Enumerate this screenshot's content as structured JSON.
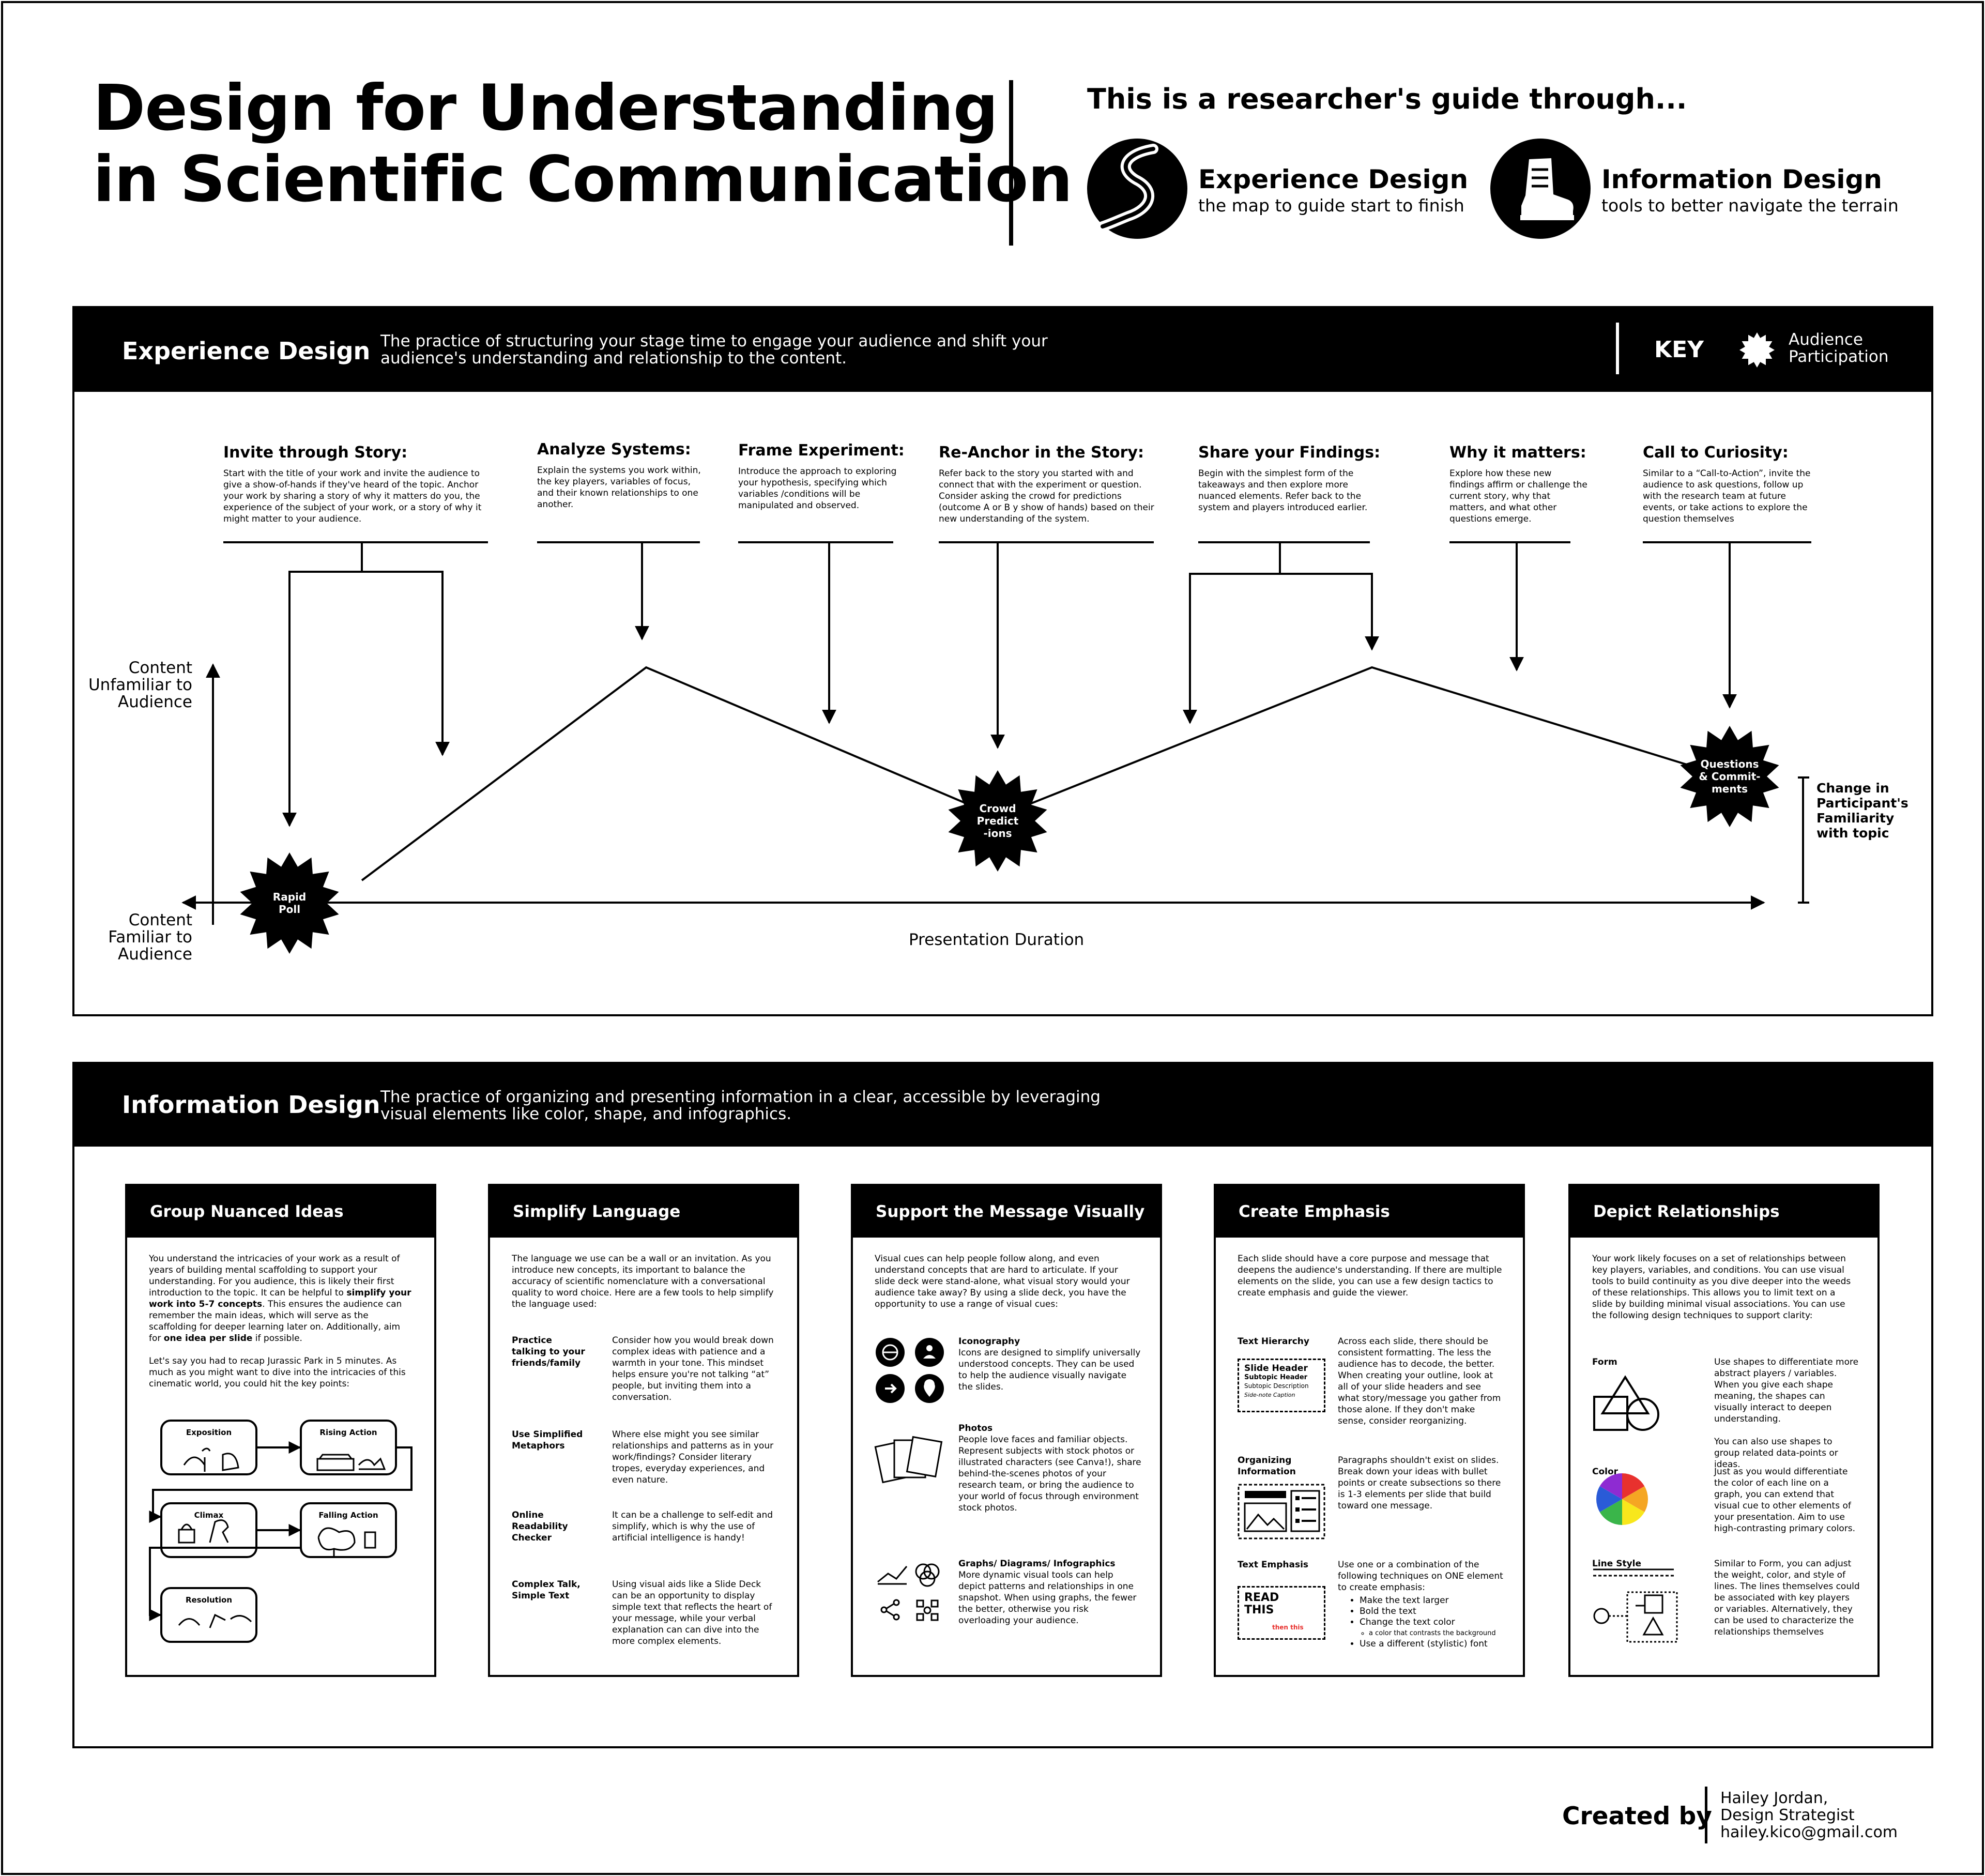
{
  "title": {
    "line1": "Design for Understanding",
    "line2": "in Scientific Communication"
  },
  "guide": {
    "title": "This is a researcher's guide through...",
    "experience": {
      "heading": "Experience Design",
      "sub": "the map to guide start to finish",
      "icon": "winding-path-icon"
    },
    "information": {
      "heading": "Information Design",
      "sub": "tools to better navigate the terrain",
      "icon": "hiking-boot-icon"
    }
  },
  "experience": {
    "title": "Experience Design",
    "desc": "The practice of structuring your stage time to engage your audience and shift your audience's understanding and relationship to the content.",
    "key": {
      "label": "KEY",
      "item": "Audience Participation",
      "icon": "starburst-icon"
    },
    "stages": [
      {
        "title": "Invite through Story:",
        "text": "Start with the title of your work and invite the audience to give a show-of-hands if they've heard of the topic. Anchor your work by sharing a story of why it matters do you, the experience of the subject of your work, or a story of why it might matter to your audience."
      },
      {
        "title": "Analyze Systems:",
        "text": "Explain the systems you work within, the key players, variables of focus, and their known relationships to one another."
      },
      {
        "title": "Frame Experiment:",
        "text": "Introduce the approach to exploring your hypothesis, specifying which variables /conditions will be manipulated and observed."
      },
      {
        "title": "Re-Anchor in the Story:",
        "text": "Refer back to the story you started with and connect that with the experiment or question. Consider asking the crowd for predictions (outcome A or B y show of hands) based on their new understanding of the system."
      },
      {
        "title": "Share your Findings:",
        "text": "Begin with the simplest form of the takeaways and then explore more nuanced elements. Refer back to the system and players introduced earlier."
      },
      {
        "title": "Why it matters:",
        "text": "Explore how these new findings affirm or challenge the current story, why that matters, and what other questions emerge."
      },
      {
        "title": "Call to Curiosity:",
        "text": "Similar to a “Call-to-Action”, invite the audience to ask questions, follow up with the research team at future events, or take actions to explore the question themselves"
      }
    ],
    "y_top_label": "Content Unfamiliar to Audience",
    "y_bottom_label": "Content Familiar to Audience",
    "x_label": "Presentation Duration",
    "change_label": "Change in Participant's Familiarity with topic",
    "bursts": [
      {
        "label": "Rapid Poll"
      },
      {
        "label": "Crowd Predict -ions"
      },
      {
        "label": "Questions & Commit- ments"
      }
    ]
  },
  "information": {
    "title": "Information Design",
    "desc": "The practice of organizing and presenting information in a clear, accessible by leveraging visual elements like color, shape, and infographics.",
    "cards": {
      "group": {
        "title": "Group Nuanced Ideas",
        "p1a": "You understand the intricacies of your work as a result of years of building mental scaffolding to support your understanding. For you audience, this is likely their first introduction to the topic. It can be helpful to ",
        "p1b": "simplify your work into 5-7 concepts",
        "p1c": ". This ensures the audience can remember the main ideas, which will serve as the scaffolding for deeper learning later on. Additionally, aim for ",
        "p1d": "one idea per slide",
        "p1e": " if possible.",
        "p2": "Let's say you had to recap Jurassic Park in 5 minutes. As much as you might want to dive into the intricacies of this cinematic world, you could hit the key points:",
        "steps": [
          "Exposition",
          "Rising Action",
          "Climax",
          "Falling Action",
          "Resolution"
        ]
      },
      "simplify": {
        "title": "Simplify Language",
        "intro": "The language we use can be a wall or an invitation. As you introduce new concepts, its important to balance the accuracy of scientific nomenclature with a conversational quality to word choice. Here are a few tools to help simplify the language used:",
        "rows": [
          {
            "label": "Practice talking to your friends/family",
            "text": "Consider how you would break down complex ideas with patience and a warmth in your tone. This mindset helps ensure you're not talking “at” people, but inviting them into a conversation."
          },
          {
            "label": "Use Simplified Metaphors",
            "text": "Where else might you see similar relationships and patterns as in your work/findings? Consider literary tropes, everyday experiences, and even nature."
          },
          {
            "label": "Online Readability Checker",
            "text": "It can be a challenge to self-edit and simplify, which is why the use of artificial intelligence is handy!"
          },
          {
            "label": "Complex Talk, Simple Text",
            "text": "Using visual aids like a Slide Deck can be an opportunity to display simple text that reflects the heart of your message, while your verbal explanation can can dive into the more complex elements."
          }
        ]
      },
      "visual": {
        "title": "Support the Message Visually",
        "intro": "Visual cues can help people follow along, and even understand concepts that are hard to articulate. If your slide deck were stand-alone, what visual story would your audience take away? By using a slide deck, you have the opportunity to use a range of visual cues:",
        "rows": [
          {
            "label": "Iconography",
            "text": "Icons are designed to simplify universally understood concepts. They can be used to help the audience visually navigate the slides."
          },
          {
            "label": "Photos",
            "text": "People love faces and familiar objects. Represent subjects with stock photos or illustrated characters (see Canva!), share behind-the-scenes photos of your research team, or bring the audience to your world of focus through environment stock photos."
          },
          {
            "label": "Graphs/ Diagrams/ Infographics",
            "text": "More dynamic visual tools can help depict patterns and relationships in one snapshot. When using graphs, the fewer the better, otherwise you risk overloading your audience."
          }
        ]
      },
      "emphasis": {
        "title": "Create Emphasis",
        "intro": "Each slide should have a core purpose and message that deepens the audience's understanding. If there are multiple elements on the slide, you can use a few design tactics to create emphasis and guide the viewer.",
        "rows": [
          {
            "label": "Text Hierarchy",
            "text": "Across each slide, there should be consistent formatting. The less the audience has to decode, the better. When creating your outline, look at all of your slide headers and see what story/message you gather from those alone. If they don't make sense, consider reorganizing."
          },
          {
            "label": "Organizing Information",
            "text": "Paragraphs shouldn't exist on slides. Break down your ideas with bullet points or create subsections so there is 1-3 elements per slide that build toward one message."
          },
          {
            "label": "Text Emphasis",
            "text": "Use one or a combination of the following techniques on ONE element to create emphasis:"
          }
        ],
        "bullets": [
          "Make the text larger",
          "Bold the text",
          "Change the text color",
          "Use a different (stylistic) font"
        ],
        "sub_bullet": "a color that contrasts the background",
        "hier_sample": {
          "h": "Slide Header",
          "s": "Subtopic Header",
          "d": "Subtopic Description",
          "c": "Side-note Caption"
        },
        "emph_sample": {
          "big": "READ THIS",
          "small": "then this"
        }
      },
      "relationships": {
        "title": "Depict Relationships",
        "intro": "Your work likely focuses on a set of relationships between key players, variables, and conditions. You can use visual tools to build continuity as you dive deeper into the weeds of these relationships. This allows you to limit text on a slide by building minimal visual associations. You can use the following design techniques to support clarity:",
        "rows": [
          {
            "label": "Form",
            "text": "Use shapes to differentiate more abstract players / variables. When you give each shape meaning, the shapes can visually interact to deepen understanding.",
            "text2": "You can also use shapes to group related data-points or ideas."
          },
          {
            "label": "Color",
            "text": "Just as you would differentiate the color of each line on a graph, you can extend that visual cue to other elements of your presentation. Aim to use high-contrasting primary colors."
          },
          {
            "label": "Line Style",
            "text": "Similar to Form, you can adjust the weight, color, and style of lines. The lines themselves could be associated with key players or variables. Alternatively, they can be used to characterize the relationships themselves"
          }
        ]
      }
    }
  },
  "credit": {
    "label": "Created by",
    "name": "Hailey Jordan,",
    "role": "Design Strategist",
    "email": "hailey.kico@gmail.com"
  }
}
